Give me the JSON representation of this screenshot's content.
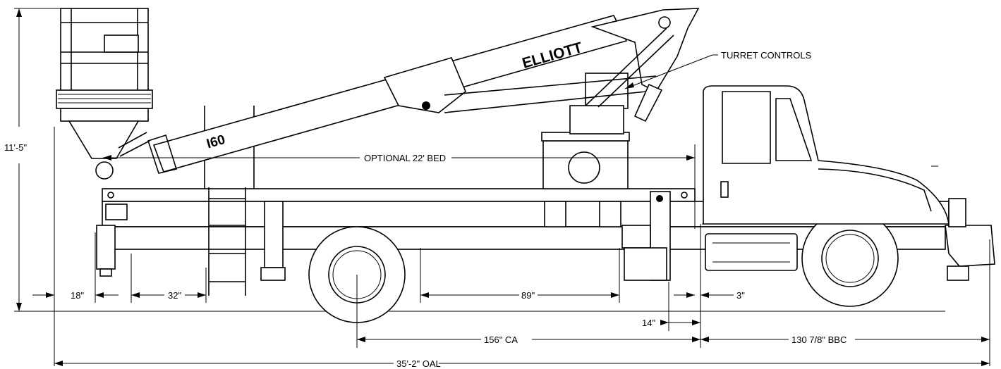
{
  "labels": {
    "height": "11'-5\"",
    "rear_overhang": "18\"",
    "outrigger_offset": "32\"",
    "outrigger_span": "89\"",
    "gap_14": "14\"",
    "gap_3": "3\"",
    "cab_to_axle": "156\" CA",
    "bumper_to_cab": "130 7/8\" BBC",
    "overall_length": "35'-2\" OAL",
    "bed": "OPTIONAL 22' BED",
    "turret_controls": "TURRET CONTROLS"
  },
  "branding": {
    "boom_brand": "ELLIOTT",
    "boom_model": "I60"
  }
}
